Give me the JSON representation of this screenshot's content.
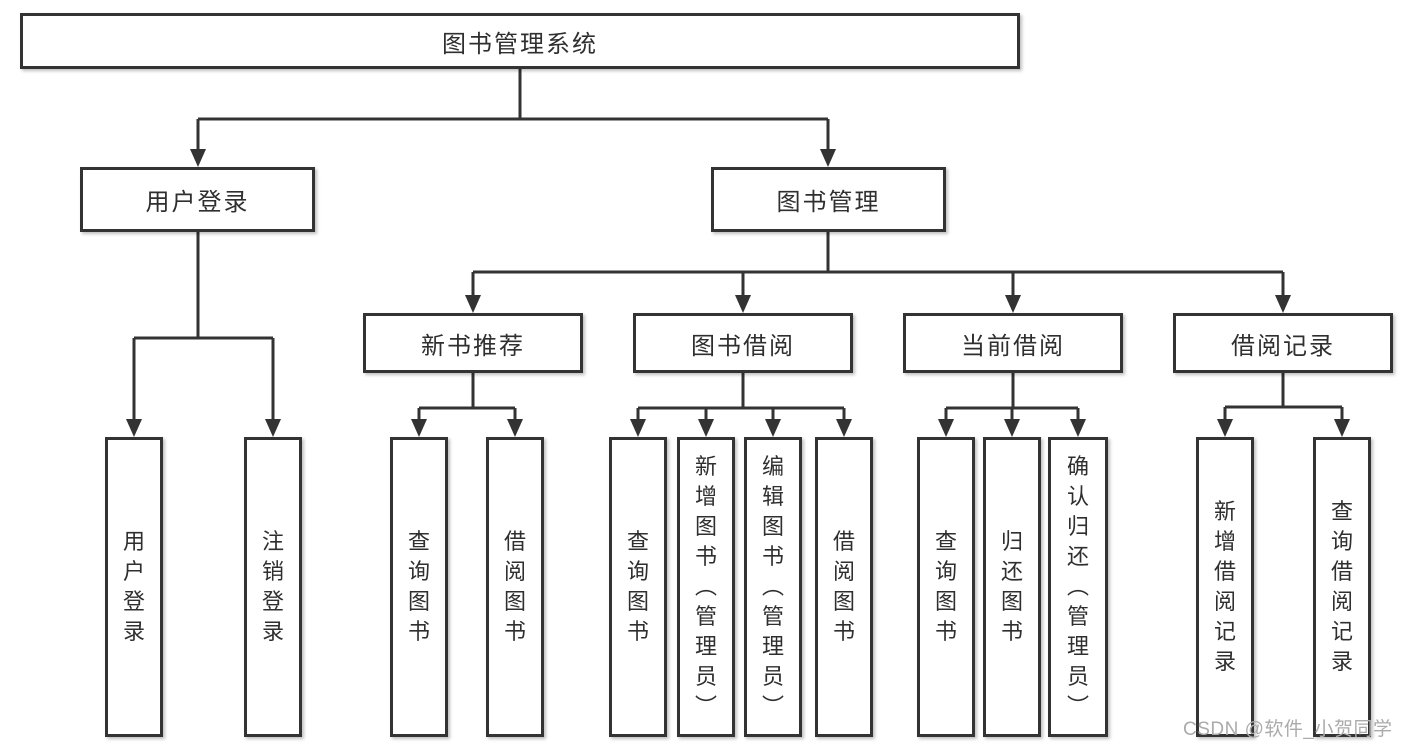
{
  "colors": {
    "box_border": "#333333",
    "connector_line": "#333333",
    "node_text": "#2f2f2f",
    "watermark_text": "#ababab",
    "background": "#ffffff"
  },
  "diagram": {
    "root": {
      "label": "图书管理系统"
    },
    "user_login": {
      "label": "用户登录",
      "children": {
        "login": {
          "label": "用户登录"
        },
        "logout": {
          "label": "注销登录"
        }
      }
    },
    "book_mgmt": {
      "label": "图书管理",
      "children": {
        "new_book": {
          "label": "新书推荐",
          "children": {
            "query": {
              "label": "查询图书"
            },
            "borrow": {
              "label": "借阅图书"
            }
          }
        },
        "borrowing": {
          "label": "图书借阅",
          "children": {
            "query": {
              "label": "查询图书"
            },
            "add": {
              "label": "新增图书（管理员）"
            },
            "edit": {
              "label": "编辑图书（管理员）"
            },
            "borrow": {
              "label": "借阅图书"
            }
          }
        },
        "current": {
          "label": "当前借阅",
          "children": {
            "query": {
              "label": "查询图书"
            },
            "return": {
              "label": "归还图书"
            },
            "confirm": {
              "label": "确认归还（管理员）"
            }
          }
        },
        "records": {
          "label": "借阅记录",
          "children": {
            "add": {
              "label": "新增借阅记录"
            },
            "query": {
              "label": "查询借阅记录"
            }
          }
        }
      }
    }
  },
  "watermark": {
    "text": "CSDN @软件_小贺同学"
  }
}
